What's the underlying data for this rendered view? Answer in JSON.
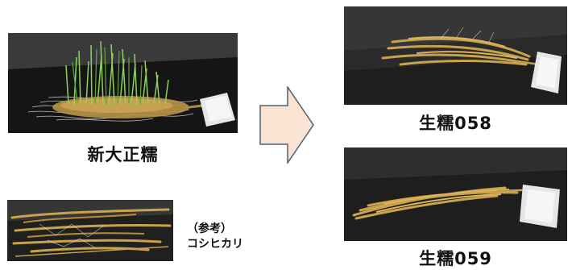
{
  "captions": {
    "shindaisho": "新大正糯",
    "sei058": "生糯058",
    "sei059": "生糯059",
    "reference_prefix": "（参考）",
    "reference_name": "コシヒカリ"
  },
  "icons": {
    "arrow": "right-arrow-icon"
  },
  "colors": {
    "arrow_fill": "#fbe3d3",
    "arrow_stroke": "#4f5f6f",
    "background": "#1a1a1a",
    "grain": "#c19a45",
    "sprout": "#7dc24a"
  }
}
